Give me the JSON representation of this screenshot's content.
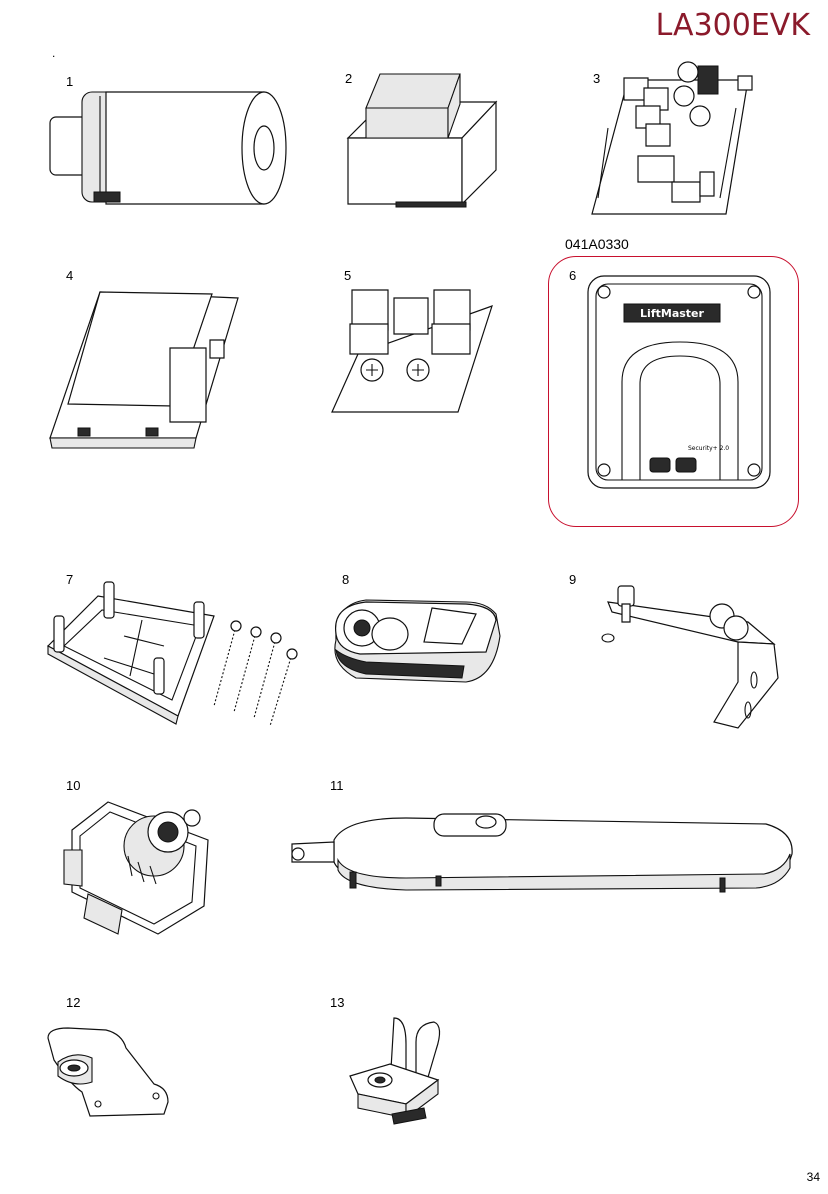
{
  "header": {
    "model": "LA300EVK",
    "dot": "."
  },
  "highlight": {
    "part_code": "041A0330"
  },
  "parts": [
    {
      "number": "1",
      "icon": "motor-capacitor-icon"
    },
    {
      "number": "2",
      "icon": "transformer-icon"
    },
    {
      "number": "3",
      "icon": "control-board-icon"
    },
    {
      "number": "4",
      "icon": "battery-pack-icon"
    },
    {
      "number": "5",
      "icon": "terminal-block-icon"
    },
    {
      "number": "6",
      "icon": "control-box-cover-icon"
    },
    {
      "number": "7",
      "icon": "mounting-base-with-screws-icon"
    },
    {
      "number": "8",
      "icon": "key-release-icon"
    },
    {
      "number": "9",
      "icon": "gate-bracket-icon"
    },
    {
      "number": "10",
      "icon": "cable-gland-plate-icon"
    },
    {
      "number": "11",
      "icon": "linear-actuator-arm-icon"
    },
    {
      "number": "12",
      "icon": "pivot-bracket-icon"
    },
    {
      "number": "13",
      "icon": "clevis-bracket-icon"
    }
  ],
  "cover_label": {
    "brand": "LiftMaster",
    "text": "Security+ 2.0"
  },
  "footer": {
    "page": "34"
  }
}
